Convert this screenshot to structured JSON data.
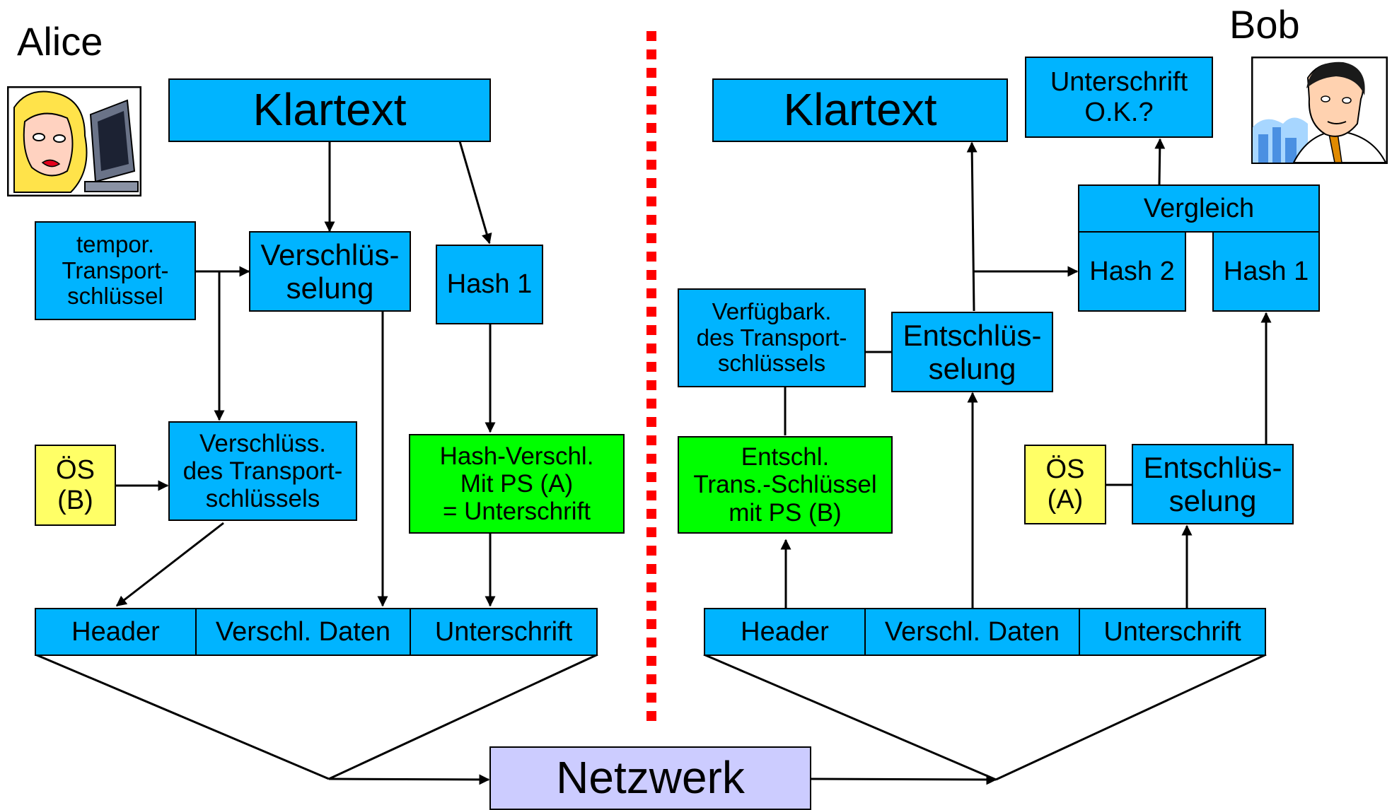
{
  "people": {
    "alice": "Alice",
    "bob": "Bob"
  },
  "colors": {
    "box_blue": "#00b4ff",
    "box_green": "#00ff00",
    "box_yellow": "#ffff66",
    "network": "#ccccff",
    "divider": "#ff0000"
  },
  "alice": {
    "klartext": "Klartext",
    "temp_key": "tempor.\nTransport-\nschlüssel",
    "encryption": "Verschlüs-\nselung",
    "hash": "Hash 1",
    "public_key": "ÖS\n(B)",
    "key_encryption": "Verschlüss.\ndes Transport-\nschlüssels",
    "hash_encryption": "Hash-Verschl.\nMit PS (A)\n= Unterschrift",
    "packet": {
      "header": "Header",
      "data": "Verschl. Daten",
      "signature": "Unterschrift"
    }
  },
  "network": "Netzwerk",
  "bob": {
    "klartext": "Klartext",
    "signature_ok": "Unterschrift\nO.K.?",
    "compare": "Vergleich",
    "hash2": "Hash 2",
    "hash1": "Hash 1",
    "key_availability": "Verfügbark.\ndes Transport-\nschlüssels",
    "decryption": "Entschlüs-\nselung",
    "key_decryption": "Entschl.\nTrans.-Schlüssel\nmit PS (B)",
    "public_key": "ÖS\n(A)",
    "sig_decryption": "Entschlüs-\nselung",
    "packet": {
      "header": "Header",
      "data": "Verschl. Daten",
      "signature": "Unterschrift"
    }
  },
  "icons": {
    "alice_portrait": "woman-at-computer-icon",
    "bob_portrait": "man-portrait-icon"
  }
}
